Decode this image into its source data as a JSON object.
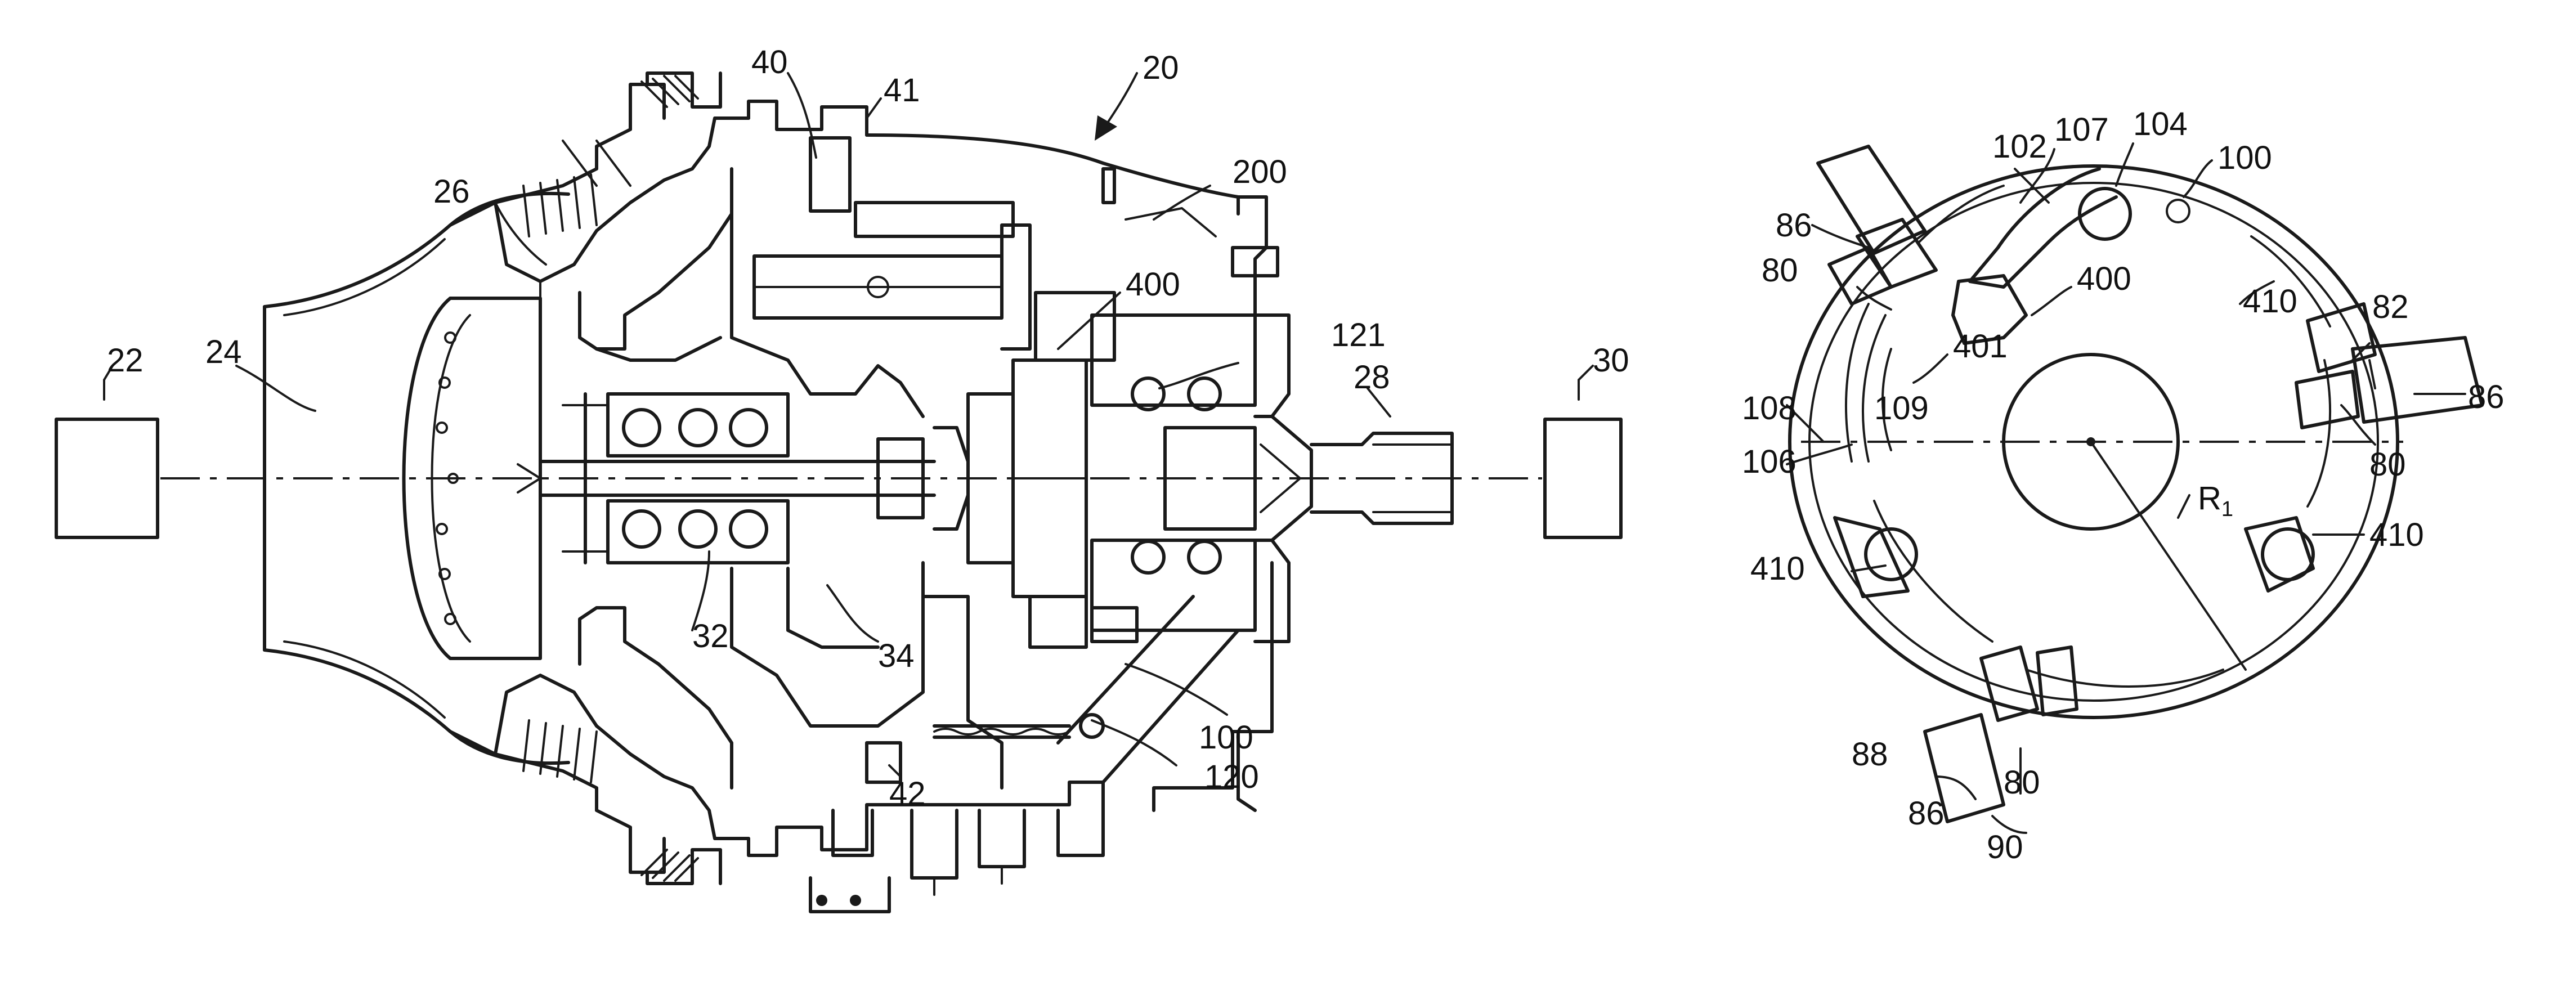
{
  "labels": {
    "l20": "20",
    "l22": "22",
    "l24": "24",
    "l26": "26",
    "l28": "28",
    "l30": "30",
    "l32": "32",
    "l34": "34",
    "l40": "40",
    "l41": "41",
    "l42": "42",
    "l100a": "100",
    "l120": "120",
    "l121": "121",
    "l200": "200",
    "l400a": "400",
    "l100b": "100",
    "l102": "102",
    "l104": "104",
    "l107": "107",
    "l86a": "86",
    "l80a": "80",
    "l400b": "400",
    "l401": "401",
    "l410a": "410",
    "l82": "82",
    "l86b": "86",
    "l108": "108",
    "l109": "109",
    "l106": "106",
    "l80b": "80",
    "r1_main": "R",
    "r1_sub": "1",
    "l410b": "410",
    "l410c": "410",
    "l88": "88",
    "l80c": "80",
    "l86c": "86",
    "l90": "90"
  },
  "colors": {
    "ink": "#1a1a1a",
    "paper": "#ffffff"
  }
}
